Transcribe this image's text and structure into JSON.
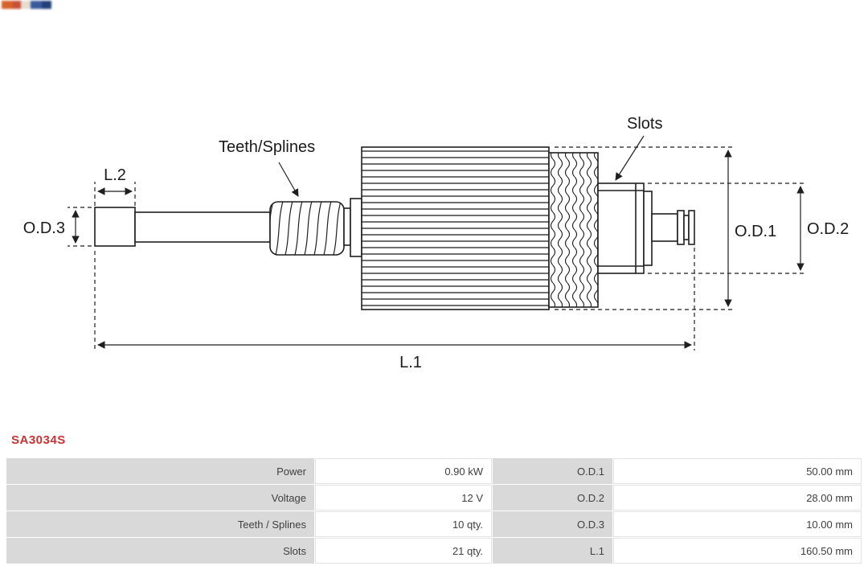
{
  "brand": {
    "logo_name": "as-pl-logo-blurred",
    "logo_colors": [
      "#d4622a",
      "#c94f35",
      "#e6ddcf",
      "#3a5a9c",
      "#22407a"
    ]
  },
  "diagram": {
    "labels": {
      "teeth_splines": "Teeth/Splines",
      "slots": "Slots",
      "l2": "L.2",
      "od3": "O.D.3",
      "od1": "O.D.1",
      "od2": "O.D.2",
      "l1": "L.1"
    }
  },
  "part_number": "SA3034S",
  "specs": {
    "rows": [
      {
        "label1": "Power",
        "value1": "0.90 kW",
        "label2": "O.D.1",
        "value2": "50.00 mm"
      },
      {
        "label1": "Voltage",
        "value1": "12 V",
        "label2": "O.D.2",
        "value2": "28.00 mm"
      },
      {
        "label1": "Teeth / Splines",
        "value1": "10 qty.",
        "label2": "O.D.3",
        "value2": "10.00 mm"
      },
      {
        "label1": "Slots",
        "value1": "21 qty.",
        "label2": "L.1",
        "value2": "160.50 mm"
      }
    ]
  },
  "colors": {
    "part_number_red": "#cc3333",
    "table_label_bg": "#d9d9d9",
    "table_value_bg": "#ffffff",
    "table_text": "#404040",
    "line_color": "#1f1f1f"
  }
}
